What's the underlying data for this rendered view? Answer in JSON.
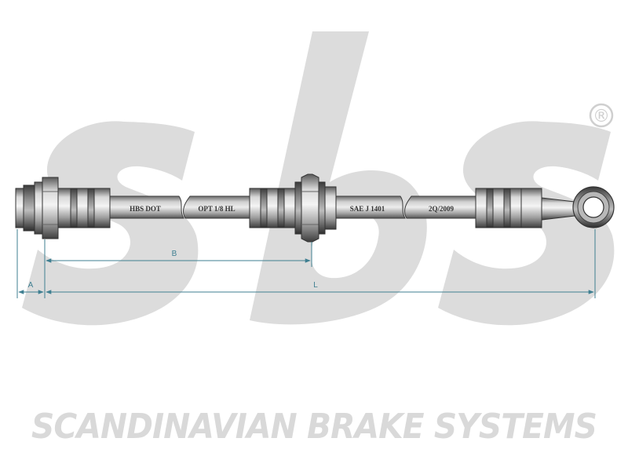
{
  "logo": {
    "text": "sbs",
    "registered_mark": "®",
    "tagline": "SCANDINAVIAN BRAKE SYSTEMS"
  },
  "hose": {
    "labels": [
      "HBS DOT",
      "OPT 1/8 HL",
      "SAE J 1401",
      "2Q/2009"
    ]
  },
  "dimensions": {
    "a": "A",
    "b": "B",
    "l": "L"
  },
  "colors": {
    "watermark": "#d9d9d9",
    "metal_dark": "#4a4a4a",
    "metal_light": "#d0d0d0",
    "dimension_line": "#3f7f91"
  }
}
